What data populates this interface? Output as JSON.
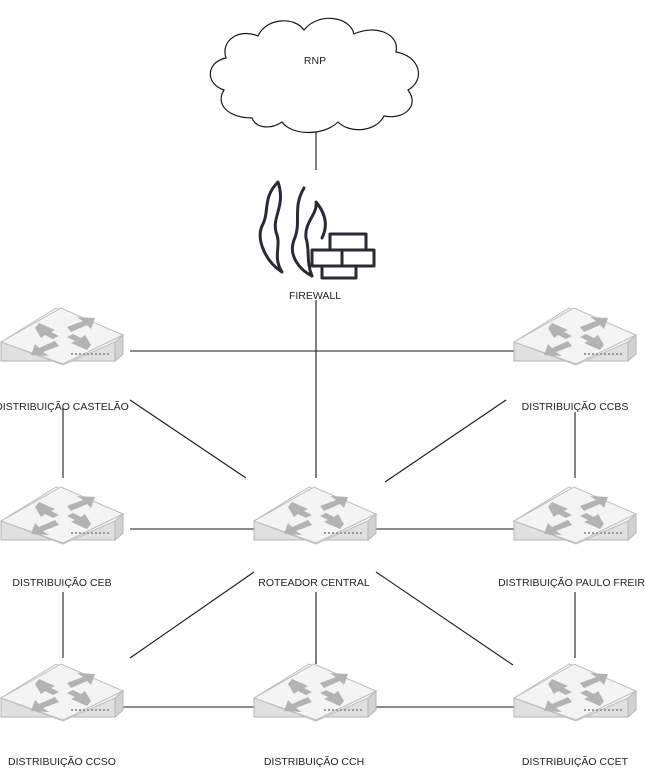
{
  "nodes": {
    "rnp": "RNP",
    "firewall": "FIREWALL",
    "castelao": "DISTRIBUIÇÃO CASTELÃO",
    "ccbs": "DISTRIBUIÇÃO CCBS",
    "ceb": "DISTRIBUIÇÃO CEB",
    "central": "ROTEADOR CENTRAL",
    "paulo_freire": "DISTRIBUIÇÃO PAULO FREIRE",
    "ccso": "DISTRIBUIÇÃO CCSO",
    "cch": "DISTRIBUIÇÃO CCH",
    "ccet": "DISTRIBUIÇÃO CCET"
  },
  "icons": {
    "cloud": "cloud-icon",
    "firewall": "firewall-icon",
    "switch": "router-switch-icon"
  }
}
